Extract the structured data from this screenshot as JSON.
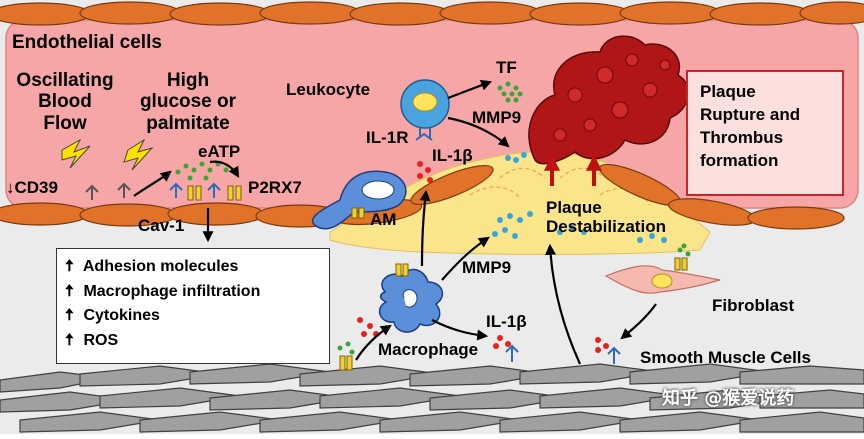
{
  "regions": {
    "endothelial": "Endothelial cells",
    "smooth_muscle": "Smooth Muscle Cells"
  },
  "stimuli": {
    "oscillating_flow": "Oscillating\nBlood\nFlow",
    "high_glucose": "High\nglucose or\npalmitate",
    "eatp": "eATP"
  },
  "receptors": {
    "cd39": "CD39",
    "p2rx7": "P2RX7",
    "cav1": "Cav-1",
    "il1r": "IL-1R"
  },
  "cells": {
    "leukocyte": "Leukocyte",
    "am": "AM",
    "macrophage": "Macrophage",
    "fibroblast": "Fibroblast"
  },
  "mediators": {
    "tf": "TF",
    "mmp9_top": "MMP9",
    "il1b_top": "IL-1β",
    "mmp9_mid": "MMP9",
    "il1b_mid": "IL-1β"
  },
  "plaque": {
    "destabilization": "Plaque\nDestabilization"
  },
  "effects": [
    {
      "arrow": "🠅",
      "text": "Adhesion molecules"
    },
    {
      "arrow": "🠅",
      "text": "Macrophage infiltration"
    },
    {
      "arrow": "🠅",
      "text": "Cytokines"
    },
    {
      "arrow": "🠅",
      "text": "ROS"
    }
  ],
  "outcome": {
    "text": "Plaque\nRupture and\nThrombus\nformation"
  },
  "watermark": "知乎 @猴爱说药",
  "colors": {
    "lumen": "#f5a3a3",
    "lumen_edge": "#e07070",
    "endothelial_cell": "#e0722a",
    "intima": "#e9e9e9",
    "plaque": "#fbe58a",
    "smc": "#9a9a9a",
    "leukocyte_body": "#4aa3df",
    "leukocyte_nucleus": "#ffe35a",
    "macrophage": "#5b8fd9",
    "thrombus": "#b01616",
    "red_dots": "#e8201e",
    "green_dots": "#3aa63a",
    "blue_dots": "#36a8d8",
    "arrow": "#000000",
    "red_arrow": "#c01010"
  }
}
